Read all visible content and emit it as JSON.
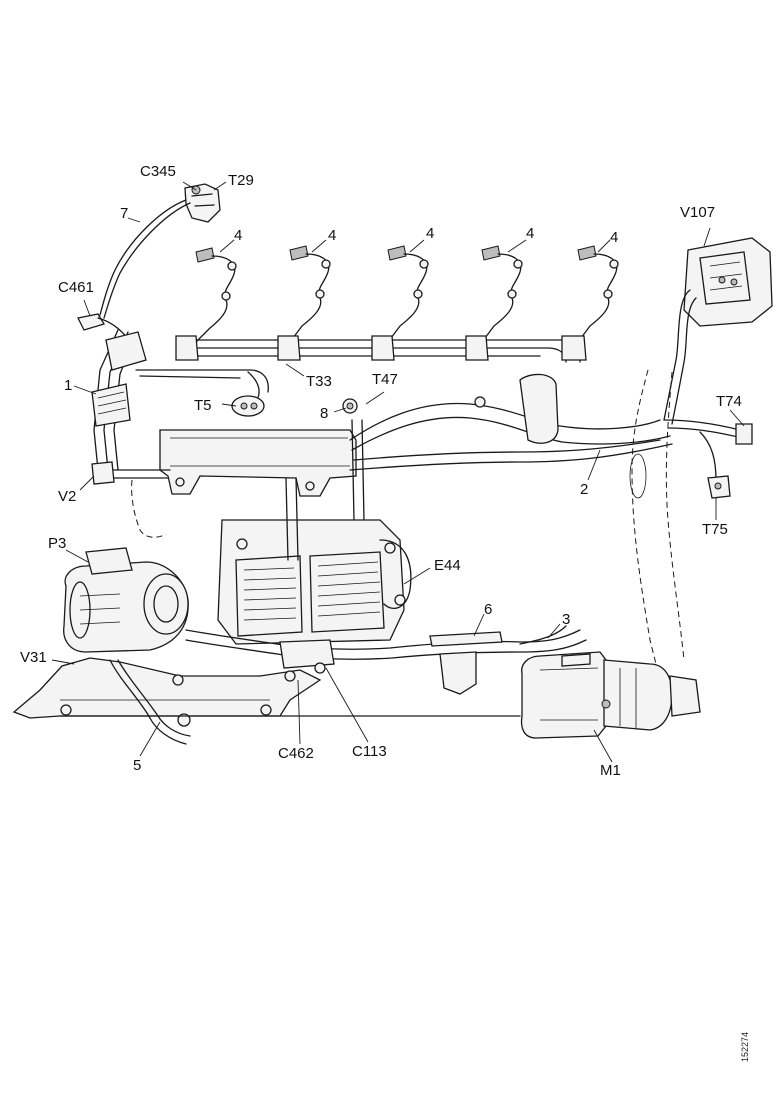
{
  "labels": {
    "c345": "C345",
    "t29": "T29",
    "n7": "7",
    "c461": "C461",
    "n4_a": "4",
    "n4_b": "4",
    "n4_c": "4",
    "n4_d": "4",
    "n4_e": "4",
    "v107": "V107",
    "n1": "1",
    "t33": "T33",
    "t47": "T47",
    "t5": "T5",
    "n8_upper": "8",
    "t74": "T74",
    "v2": "V2",
    "n2": "2",
    "t75": "T75",
    "p3": "P3",
    "e44": "E44",
    "n6": "6",
    "n3": "3",
    "v31": "V31",
    "n5": "5",
    "c462": "C462",
    "c113": "C113",
    "m1": "M1"
  },
  "document_id": "152274"
}
